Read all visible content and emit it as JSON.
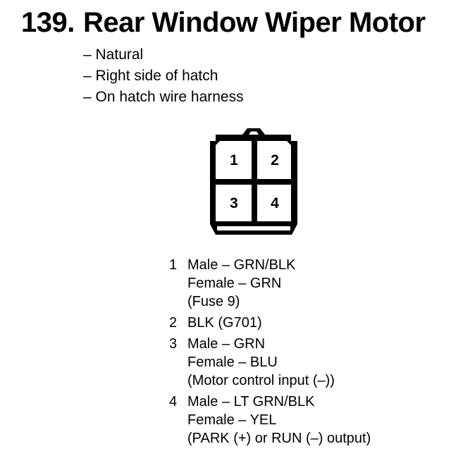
{
  "page": {
    "background_color": "#ffffff",
    "text_color": "#000000"
  },
  "header": {
    "number": "139.",
    "title": "Rear Window Wiper Motor",
    "notes": [
      "– Natural",
      "– Right side of hatch",
      "– On hatch wire harness"
    ]
  },
  "connector": {
    "type": "4-cavity connector, front view",
    "cavities": [
      "1",
      "2",
      "3",
      "4"
    ]
  },
  "pins": [
    {
      "number": "1",
      "lines": [
        "Male – GRN/BLK",
        "Female – GRN",
        "(Fuse 9)"
      ]
    },
    {
      "number": "2",
      "lines": [
        "BLK (G701)"
      ]
    },
    {
      "number": "3",
      "lines": [
        "Male – GRN",
        "Female – BLU",
        "(Motor control input (–))"
      ]
    },
    {
      "number": "4",
      "lines": [
        "Male – LT GRN/BLK",
        "Female – YEL",
        "(PARK (+) or RUN (–) output)"
      ]
    }
  ]
}
